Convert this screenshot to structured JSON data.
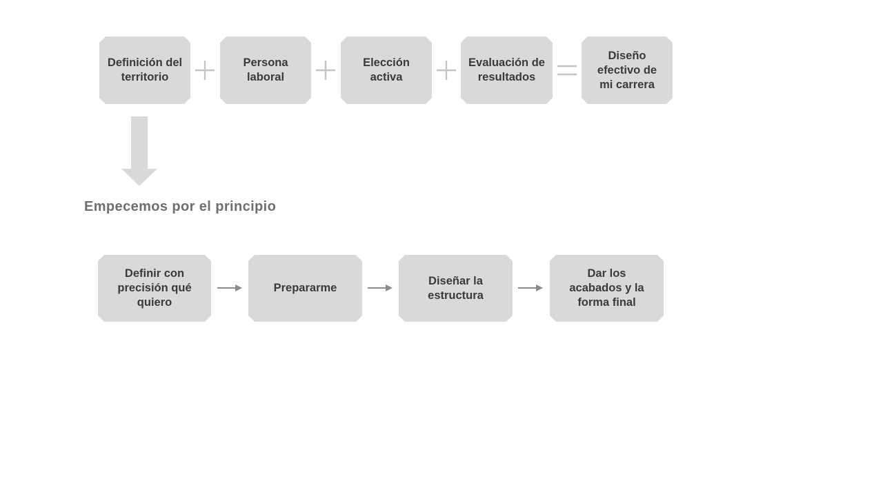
{
  "top_row": {
    "boxes": [
      {
        "label": "Definición del\nterritorio"
      },
      {
        "label": "Persona\nlaboral"
      },
      {
        "label": "Elección\nactiva"
      },
      {
        "label": "Evaluación de\nresultados"
      },
      {
        "label": "Diseño\nefectivo de\nmi carrera"
      }
    ],
    "operators": [
      "plus",
      "plus",
      "plus",
      "equals"
    ]
  },
  "section_title": "Empecemos por el principio",
  "bottom_row": {
    "boxes": [
      {
        "label": "Definir con\nprecisión qué\nquiero"
      },
      {
        "label": "Prepararme"
      },
      {
        "label": "Diseñar la\nestructura"
      },
      {
        "label": "Dar los\nacabados y la\nforma final"
      }
    ]
  },
  "colors": {
    "box_fill": "#d9d9d9",
    "box_text": "#3a3a3a",
    "operator": "#c4c4c4",
    "arrow_right": "#8a8a8a",
    "down_arrow": "#d9d9d9",
    "section_title": "#6e6e6e"
  }
}
